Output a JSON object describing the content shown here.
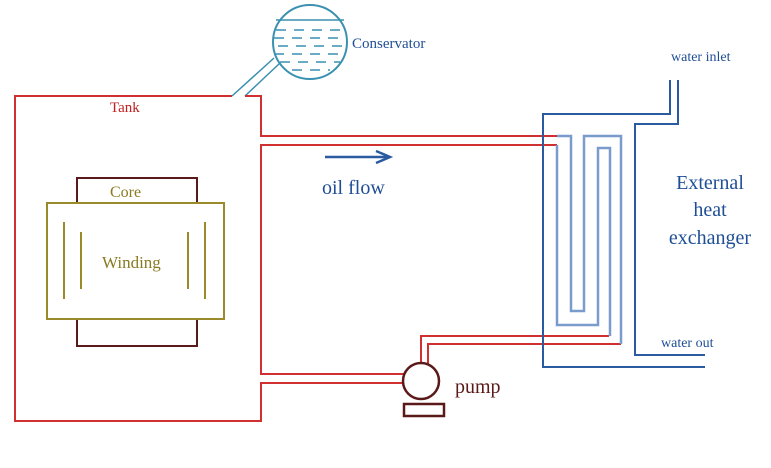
{
  "labels": {
    "conservator": "Conservator",
    "tank": "Tank",
    "core": "Core",
    "winding": "Winding",
    "oil_flow": "oil flow",
    "exchanger_line1": "External",
    "exchanger_line2": "heat",
    "exchanger_line3": "exchanger",
    "water_inlet": "water inlet",
    "water_out": "water out",
    "pump": "pump"
  },
  "colors": {
    "oil_pipe": "#d03030",
    "water_pipe": "#2a5aa0",
    "coil": "#7a9ccc",
    "conservator": "#3a90b0",
    "core": "#5a1a1a",
    "winding": "#9a8a2a",
    "pump": "#5a1a1a",
    "text_blue": "#1f4e96",
    "text_red": "#c02020",
    "text_olive": "#8a7a20",
    "text_pump": "#5a1a1a"
  }
}
